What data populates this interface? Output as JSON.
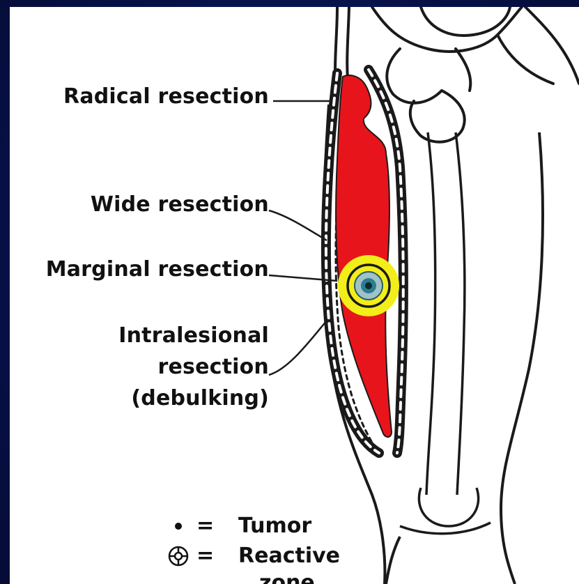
{
  "diagram": {
    "labels": {
      "radical": "Radical resection",
      "wide": "Wide resection",
      "marginal": "Marginal resection",
      "intralesional_1": "Intralesional",
      "intralesional_2": "resection",
      "intralesional_3": "(debulking)"
    },
    "legend": {
      "tumor_symbol": "•",
      "tumor_eq": "=",
      "tumor_label": "Tumor",
      "reactive_eq": "=",
      "reactive_label": "Reactive",
      "reactive_label_2": "zone"
    },
    "colors": {
      "muscle": "#e8141b",
      "reactive_zone": "#f2ee1a",
      "tumor": "#2e7d8c",
      "background": "#0a1550"
    }
  }
}
